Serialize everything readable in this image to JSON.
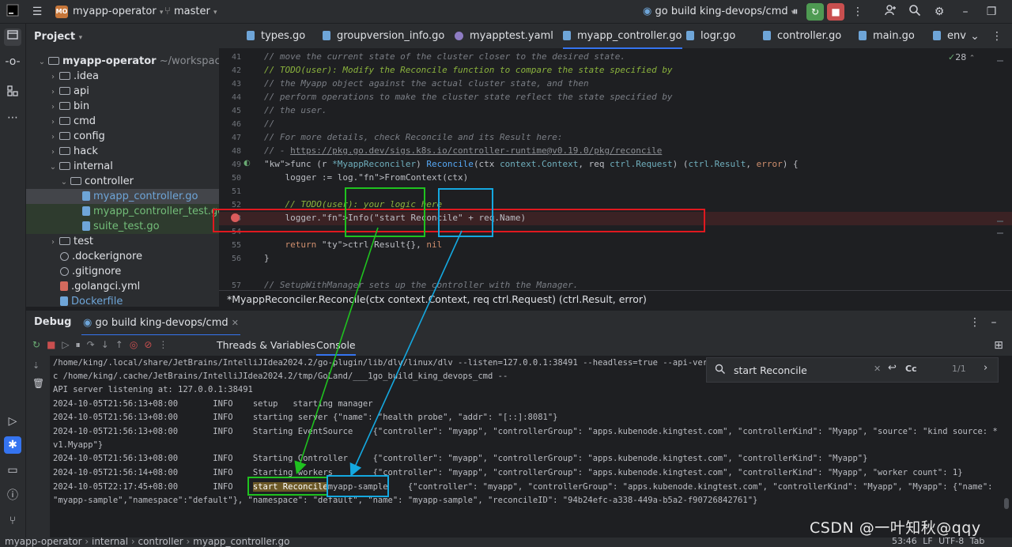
{
  "titlebar": {
    "project_badge": "MO",
    "project_name": "myapp-operator",
    "branch": "master",
    "run_config": "go build king-devops/cmd"
  },
  "project_panel": {
    "title": "Project",
    "root_name": "myapp-operator",
    "root_path": "~/workspace/king-",
    "items": [
      {
        "label": ".idea",
        "depth": 1,
        "kind": "folder"
      },
      {
        "label": "api",
        "depth": 1,
        "kind": "folder"
      },
      {
        "label": "bin",
        "depth": 1,
        "kind": "folder"
      },
      {
        "label": "cmd",
        "depth": 1,
        "kind": "folder"
      },
      {
        "label": "config",
        "depth": 1,
        "kind": "folder"
      },
      {
        "label": "hack",
        "depth": 1,
        "kind": "folder"
      },
      {
        "label": "internal",
        "depth": 1,
        "kind": "folder-open"
      },
      {
        "label": "controller",
        "depth": 2,
        "kind": "folder-open"
      },
      {
        "label": "myapp_controller.go",
        "depth": 3,
        "kind": "go"
      },
      {
        "label": "myapp_controller_test.go",
        "depth": 3,
        "kind": "go"
      },
      {
        "label": "suite_test.go",
        "depth": 3,
        "kind": "go"
      },
      {
        "label": "test",
        "depth": 1,
        "kind": "folder"
      },
      {
        "label": ".dockerignore",
        "depth": 1,
        "kind": "ignore"
      },
      {
        "label": ".gitignore",
        "depth": 1,
        "kind": "ignore"
      },
      {
        "label": ".golangci.yml",
        "depth": 1,
        "kind": "yml"
      },
      {
        "label": "Dockerfile",
        "depth": 1,
        "kind": "docker"
      }
    ]
  },
  "editor_tabs": [
    {
      "label": "types.go"
    },
    {
      "label": "groupversion_info.go"
    },
    {
      "label": "myapptest.yaml"
    },
    {
      "label": "myapp_controller.go",
      "active": true
    },
    {
      "label": "logr.go"
    },
    {
      "label": "controller.go"
    },
    {
      "label": "main.go"
    },
    {
      "label": "env"
    }
  ],
  "editor": {
    "line_numbers": [
      "41",
      "42",
      "43",
      "44",
      "45",
      "46",
      "47",
      "48",
      "49",
      "50",
      "51",
      "52",
      "53",
      "54",
      "55",
      "56",
      "57"
    ],
    "problems_count": "28",
    "lines": [
      "// move the current state of the cluster closer to the desired state.",
      "// TODO(user): Modify the Reconcile function to compare the state specified by",
      "// the Myapp object against the actual cluster state, and then",
      "// perform operations to make the cluster state reflect the state specified by",
      "// the user.",
      "//",
      "// For more details, check Reconcile and its Result here:",
      "// - https://pkg.go.dev/sigs.k8s.io/controller-runtime@v0.19.0/pkg/reconcile",
      "func (r *MyappReconciler) Reconcile(ctx context.Context, req ctrl.Request) (ctrl.Result, error) {",
      "    logger := log.FromContext(ctx)",
      "",
      "    // TODO(user): your logic here",
      "    logger.Info(\"start Reconcile\" + req.Name)",
      "",
      "    return ctrl.Result{}, nil",
      "}",
      "// SetupWithManager sets up the controller with the Manager."
    ],
    "breadcrumb": "*MyappReconciler.Reconcile(ctx context.Context, req ctrl.Request) (ctrl.Result, error)"
  },
  "debug": {
    "title": "Debug",
    "session_tab": "go build king-devops/cmd",
    "subtabs": [
      "Threads & Variables",
      "Console"
    ],
    "active_subtab": "Console",
    "search": {
      "query": "start Reconcile",
      "match_case_label": "Cc",
      "count": "1/1"
    },
    "console_lines": [
      "/home/king/.local/share/JetBrains/IntelliJIdea2024.2/go-plugin/lib/dlv/linux/dlv --listen=127.0.0.1:38491 --headless=true --api-ver",
      "c /home/king/.cache/JetBrains/IntelliJIdea2024.2/tmp/GoLand/___1go_build_king_devops_cmd --",
      "API server listening at: 127.0.0.1:38491",
      "2024-10-05T21:56:13+08:00       INFO    setup   starting manager",
      "2024-10-05T21:56:13+08:00       INFO    starting server {\"name\": \"health probe\", \"addr\": \"[::]:8081\"}",
      "2024-10-05T21:56:13+08:00       INFO    Starting EventSource    {\"controller\": \"myapp\", \"controllerGroup\": \"apps.kubenode.kingtest.com\", \"controllerKind\": \"Myapp\", \"source\": \"kind source: *",
      "v1.Myapp\"}",
      "2024-10-05T21:56:13+08:00       INFO    Starting Controller     {\"controller\": \"myapp\", \"controllerGroup\": \"apps.kubenode.kingtest.com\", \"controllerKind\": \"Myapp\"}",
      "2024-10-05T21:56:14+08:00       INFO    Starting workers        {\"controller\": \"myapp\", \"controllerGroup\": \"apps.kubenode.kingtest.com\", \"controllerKind\": \"Myapp\", \"worker count\": 1}"
    ],
    "reconcile_line": {
      "prefix": "2024-10-05T22:17:45+08:00       INFO    ",
      "match": "start Reconcile",
      "name": "myapp-sample",
      "rest": "    {\"controller\": \"myapp\", \"controllerGroup\": \"apps.kubenode.kingtest.com\", \"controllerKind\": \"Myapp\", \"Myapp\": {\"name\":",
      "cont": "\"myapp-sample\",\"namespace\":\"default\"}, \"namespace\": \"default\", \"name\": \"myapp-sample\", \"reconcileID\": \"94b24efc-a338-449a-b5a2-f90726842761\"}"
    }
  },
  "statusbar": {
    "crumbs": [
      "myapp-operator",
      "internal",
      "controller",
      "myapp_controller.go"
    ],
    "position": "53:46",
    "line_sep": "LF",
    "encoding": "UTF-8",
    "indent": "Tab"
  },
  "watermark": "CSDN @一叶知秋@qqy",
  "colors": {
    "breakpoint_box": "#e0191f",
    "green_box": "#1fc21f",
    "blue_box": "#14a8e0"
  }
}
